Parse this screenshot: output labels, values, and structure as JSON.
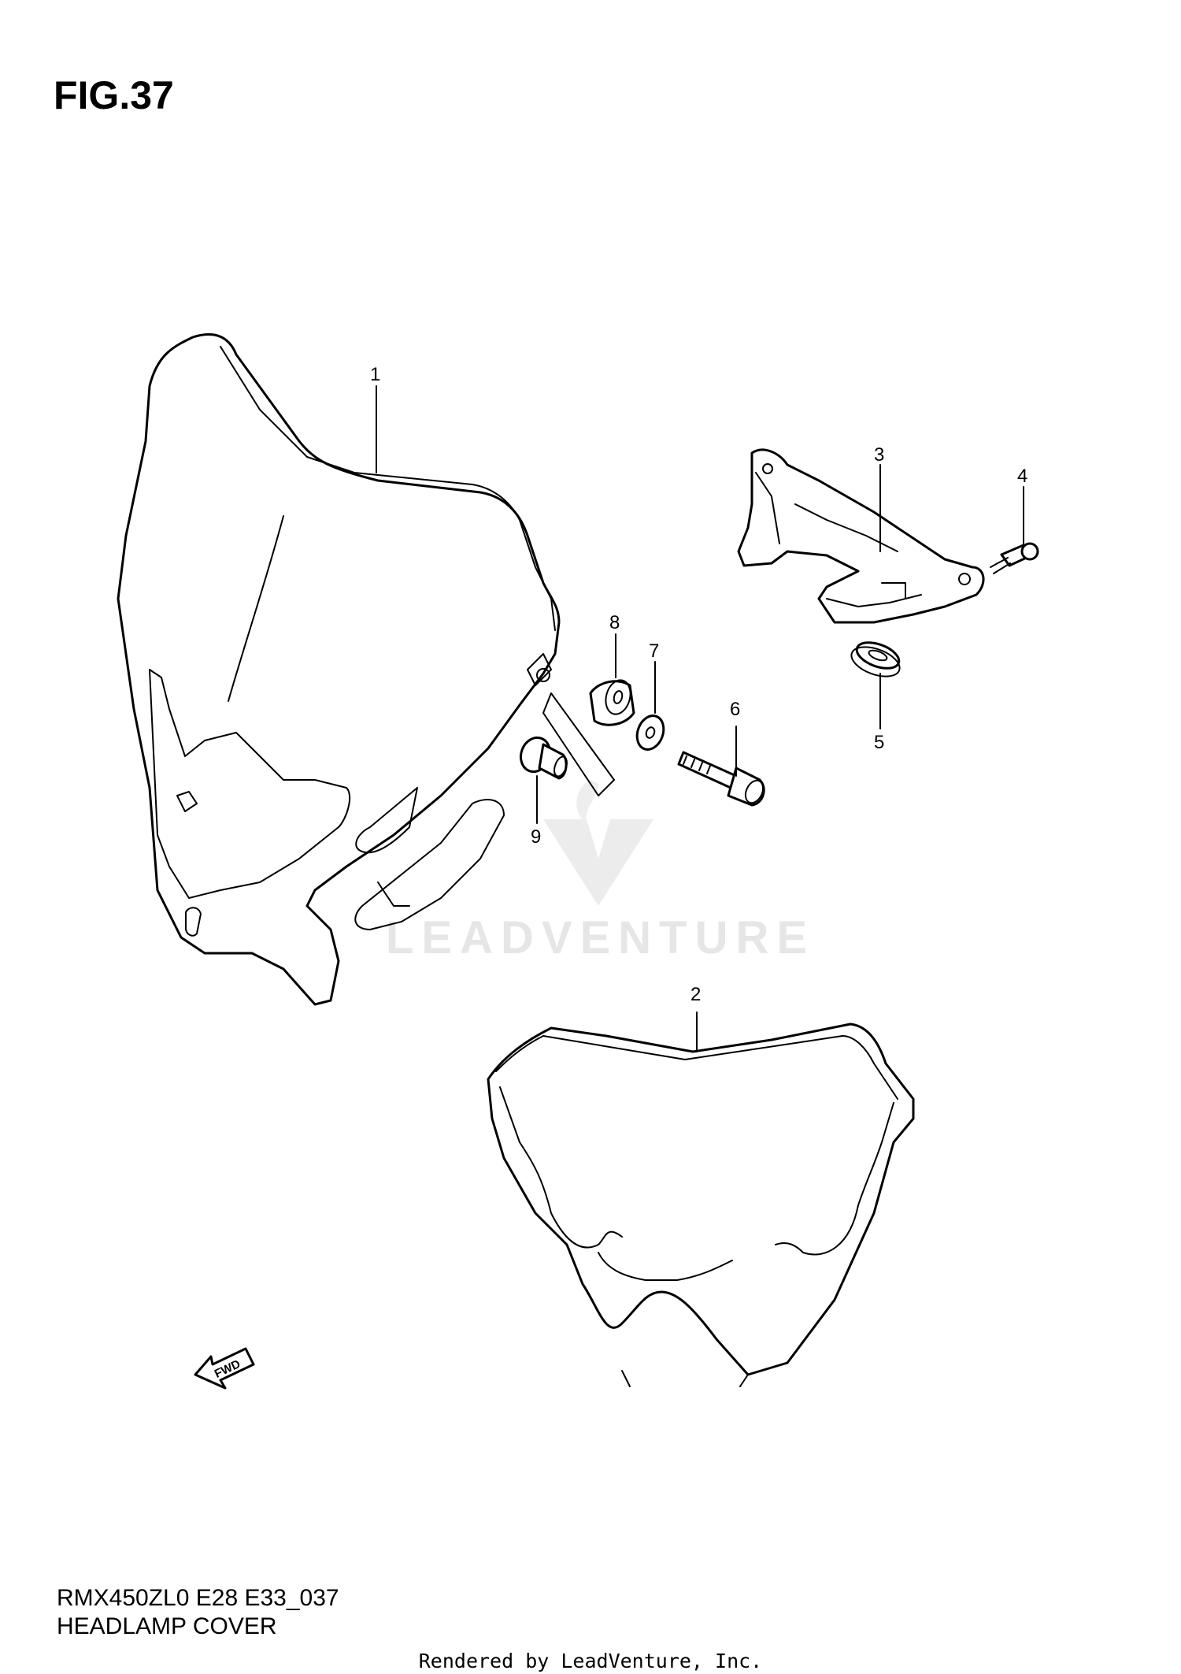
{
  "figure": {
    "title": "FIG.37"
  },
  "model_code": "RMX450ZL0 E28 E33_037",
  "section_name": "HEADLAMP COVER",
  "footer": "Rendered by LeadVenture, Inc.",
  "watermark": {
    "text": "LEADVENTURE",
    "icon": "leadventure-logo-icon"
  },
  "direction_marker": {
    "label": "FWD",
    "icon": "forward-arrow-icon"
  },
  "callouts": [
    {
      "number": "1",
      "part": "headlamp-housing"
    },
    {
      "number": "2",
      "part": "headlamp-lens-frame"
    },
    {
      "number": "3",
      "part": "mounting-bracket"
    },
    {
      "number": "4",
      "part": "screw"
    },
    {
      "number": "5",
      "part": "grommet"
    },
    {
      "number": "6",
      "part": "bolt"
    },
    {
      "number": "7",
      "part": "washer"
    },
    {
      "number": "8",
      "part": "cushion"
    },
    {
      "number": "9",
      "part": "collar"
    }
  ]
}
